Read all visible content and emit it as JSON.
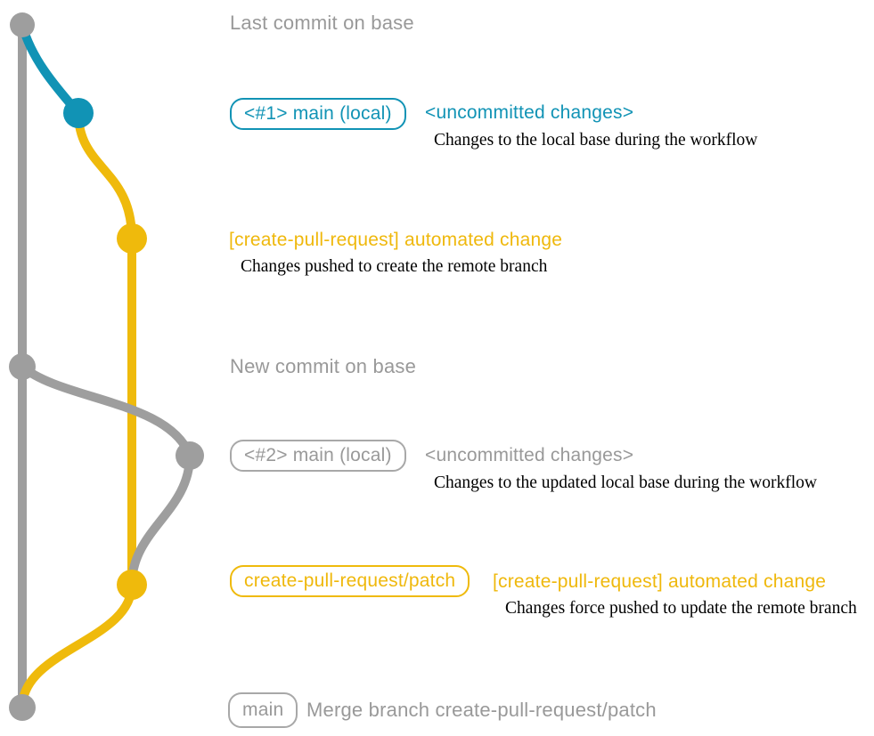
{
  "colors": {
    "blue": "#1193B5",
    "yellow": "#EFBA0C",
    "gray": "#9E9E9E",
    "gray_text": "#999999",
    "desc_text": "#000000"
  },
  "graph": {
    "branches": [
      {
        "name": "base",
        "color": "#9E9E9E"
      },
      {
        "name": "main-local",
        "color": "#1193B5"
      },
      {
        "name": "create-pull-request-patch",
        "color": "#EFBA0C"
      }
    ],
    "commits": [
      {
        "name": "last-commit-on-base",
        "branch": "base",
        "color": "#9E9E9E"
      },
      {
        "name": "local-main-1",
        "branch": "main-local",
        "color": "#1193B5"
      },
      {
        "name": "automated-change-1",
        "branch": "create-pull-request-patch",
        "color": "#EFBA0C"
      },
      {
        "name": "new-commit-on-base",
        "branch": "base",
        "color": "#9E9E9E"
      },
      {
        "name": "local-main-2",
        "branch": "main-local",
        "color": "#9E9E9E"
      },
      {
        "name": "automated-change-2",
        "branch": "create-pull-request-patch",
        "color": "#EFBA0C"
      },
      {
        "name": "merge-commit",
        "branch": "base",
        "color": "#9E9E9E"
      }
    ]
  },
  "rows": {
    "last_commit": {
      "text": "Last commit on base"
    },
    "local1": {
      "badge": "<#1> main (local)",
      "note": "<uncommitted changes>",
      "desc": "Changes to the local base during the workflow"
    },
    "push1": {
      "note": "[create-pull-request] automated change",
      "desc": "Changes pushed to create the remote branch"
    },
    "new_commit": {
      "text": "New commit on base"
    },
    "local2": {
      "badge": "<#2> main (local)",
      "note": "<uncommitted changes>",
      "desc": "Changes to the updated local base during the workflow"
    },
    "push2": {
      "badge": "create-pull-request/patch",
      "note": "[create-pull-request] automated change",
      "desc": "Changes force pushed to update the remote branch"
    },
    "merge": {
      "badge": "main",
      "text": "Merge branch create-pull-request/patch"
    }
  }
}
